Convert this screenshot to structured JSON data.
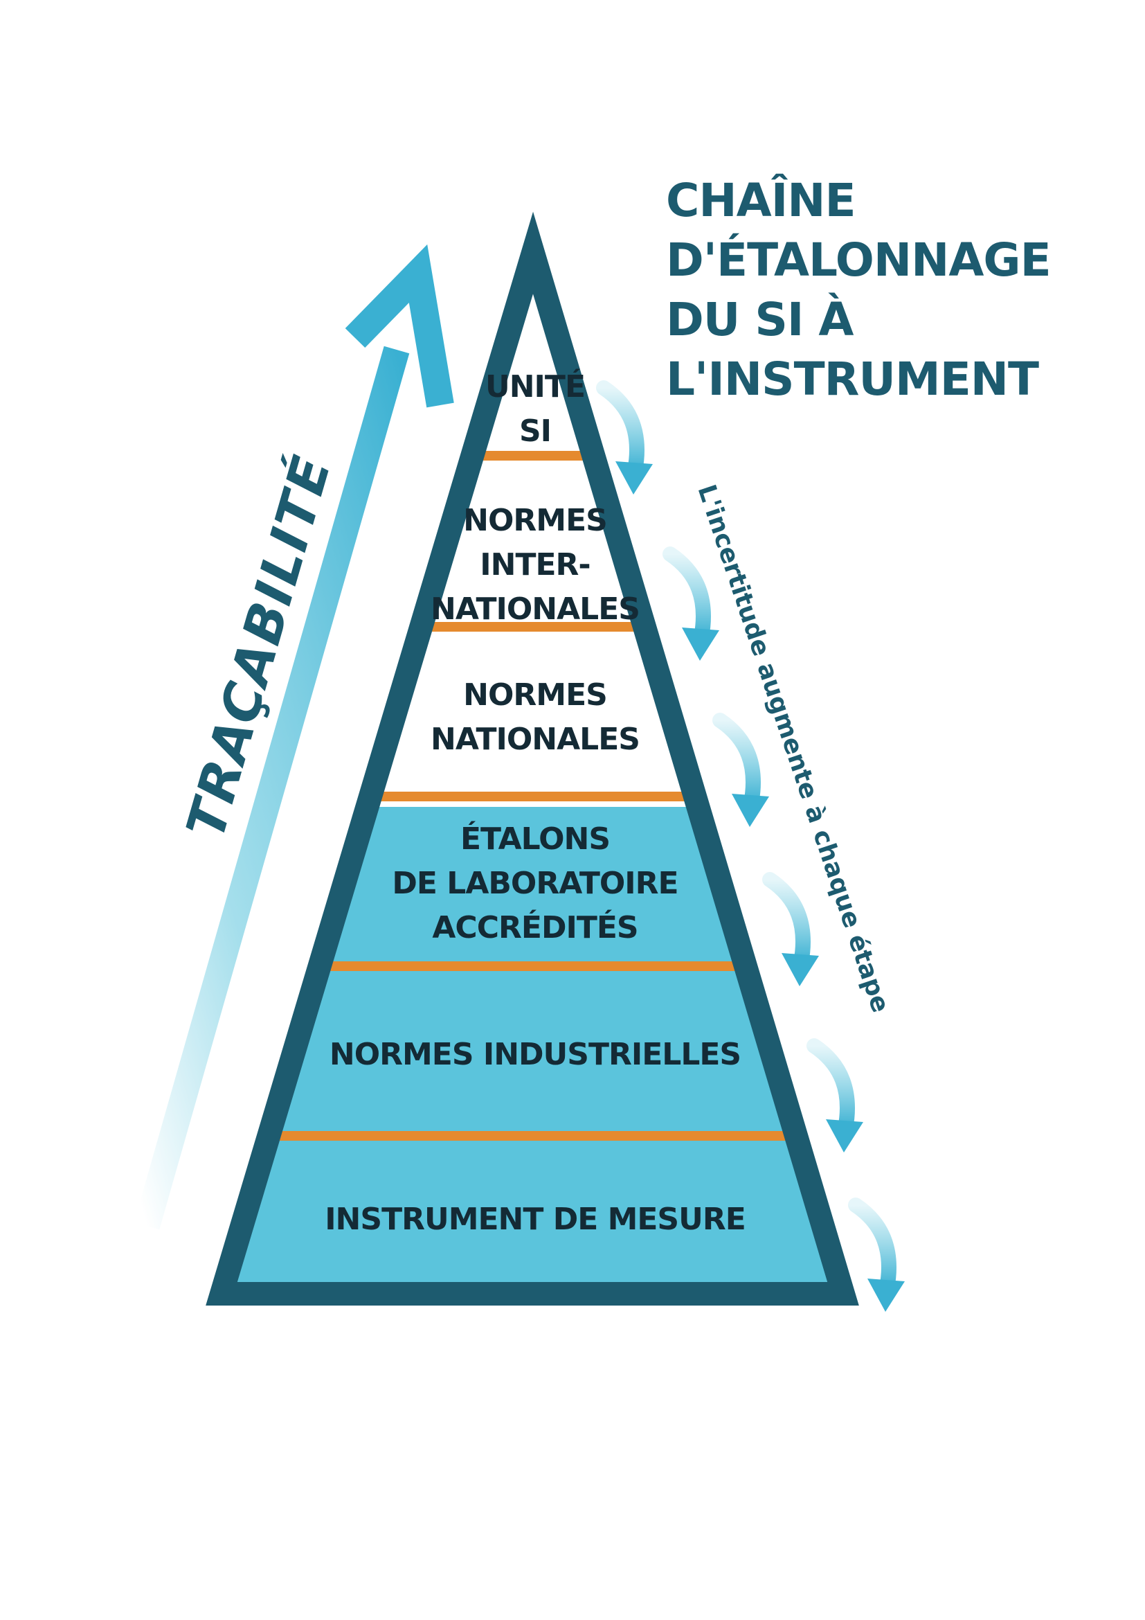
{
  "title": {
    "lines": [
      "CHAÎNE",
      "D'ÉTALONNAGE",
      "DU SI À",
      "L'INSTRUMENT"
    ]
  },
  "tracability_label": "TRAÇABILITÉ",
  "uncertainty_label": "L'incertitude augmente à chaque étape",
  "levels": [
    {
      "lines": [
        "UNITÉ",
        "SI"
      ]
    },
    {
      "lines": [
        "NORMES",
        "INTER-",
        "NATIONALES"
      ]
    },
    {
      "lines": [
        "NORMES",
        "NATIONALES"
      ]
    },
    {
      "lines": [
        "ÉTALONS",
        "DE LABORATOIRE",
        "ACCRÉDITÉS"
      ]
    },
    {
      "lines": [
        "NORMES INDUSTRIELLES"
      ]
    },
    {
      "lines": [
        "INSTRUMENT DE MESURE"
      ]
    }
  ],
  "colors": {
    "frame": "#1d5b6f",
    "fill_light": "#ffffff",
    "fill_accent": "#5bc4dc",
    "separator": "#e58a2e",
    "arrow": "#5bc4dc",
    "text_dark": "#142a35"
  }
}
